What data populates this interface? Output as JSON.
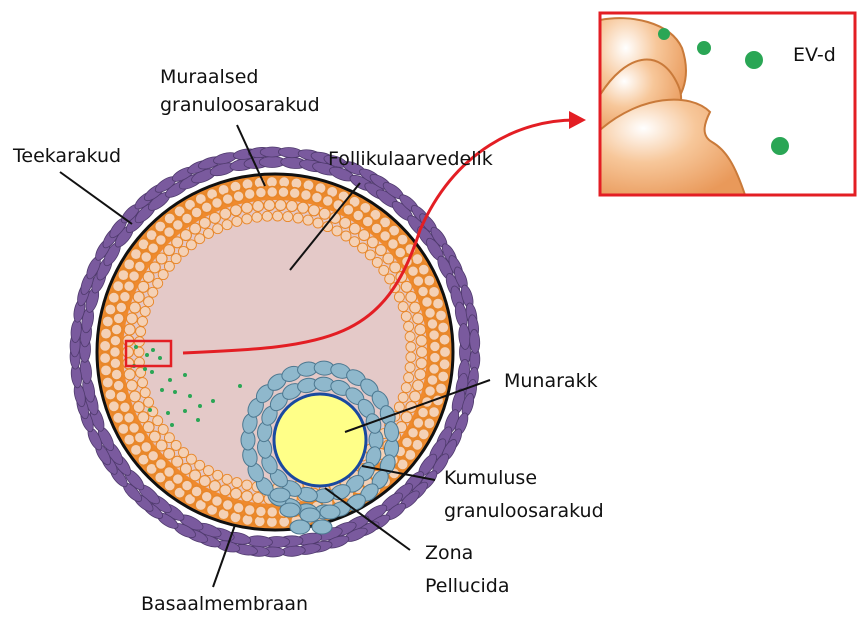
{
  "labels": {
    "teekarakud": "Teekarakud",
    "muraalsed_line1": "Muraalsed",
    "muraalsed_line2": "granuloosarakud",
    "follikulaarvedelik": "Follikulaarvedelik",
    "munarakk": "Munarakk",
    "kumuluse_line1": "Kumuluse",
    "kumuluse_line2": "granuloosarakud",
    "zona_line1": "Zona",
    "zona_line2": "Pellucida",
    "basaalmembraan": "Basaalmembraan",
    "ev": "EV-d"
  },
  "colors": {
    "theca": "#7a5a9e",
    "granulosa": "#e8872a",
    "fluid": "#e4c9c8",
    "cumulus": "#8fb8cc",
    "oocyte": "#ffff88",
    "ev_dot": "#2aa655",
    "highlight": "#e31e24",
    "inset_cell": "#f3b37c"
  }
}
